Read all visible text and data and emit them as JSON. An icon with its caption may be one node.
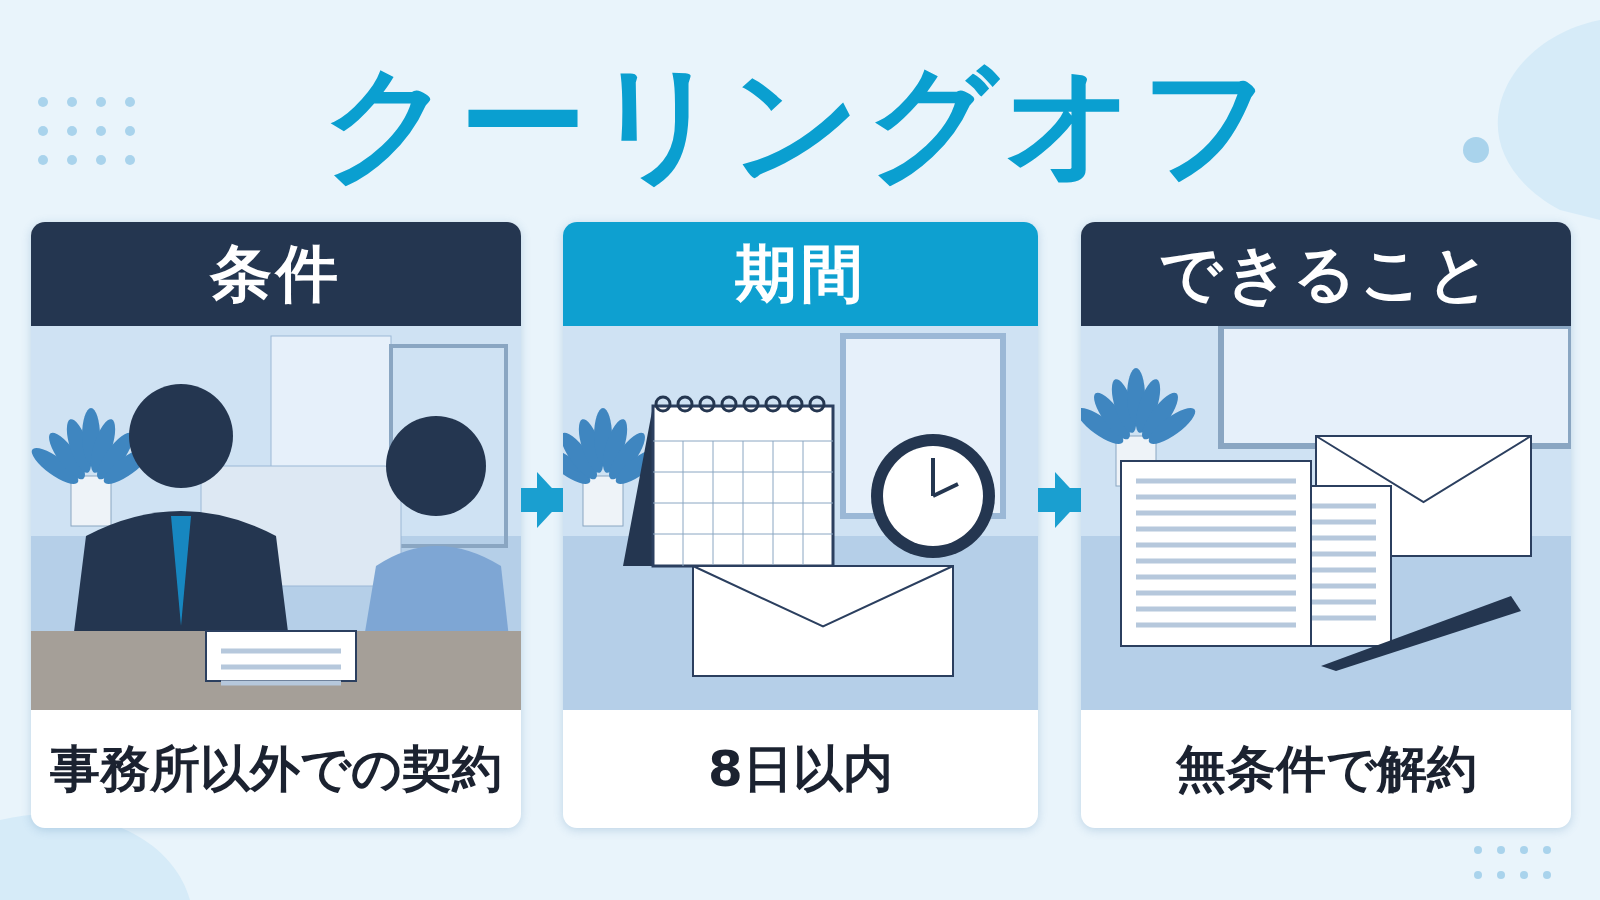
{
  "diagram": {
    "title": "クーリングオフ",
    "nodes": [
      {
        "text": [
          "条件",
          "事務所以外での契約"
        ]
      },
      {
        "text": [
          "期間",
          "8日以内"
        ]
      },
      {
        "text": [
          "できること",
          "無条件で解約"
        ]
      }
    ],
    "edges": [
      {
        "from": 0,
        "to": 1,
        "arrow": "to"
      },
      {
        "from": 1,
        "to": 2,
        "arrow": "to"
      }
    ]
  }
}
